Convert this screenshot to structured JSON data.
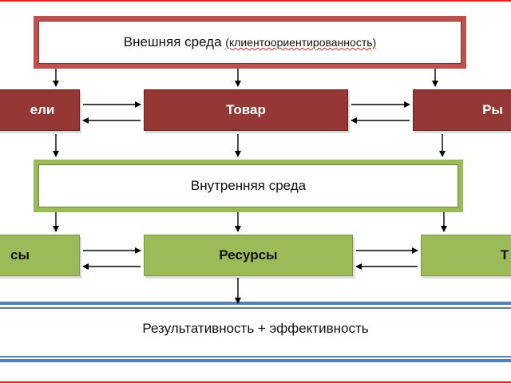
{
  "external": {
    "label": "Внешняя среда",
    "paren": "(клиентоориентированность)"
  },
  "row1": {
    "left": "ели",
    "center": "Товар",
    "right": "Ры"
  },
  "internal": {
    "label": "Внутренняя среда"
  },
  "row2": {
    "left": "сы",
    "center": "Ресурсы",
    "right": "Т"
  },
  "result": {
    "label": "Результативность + эффективность"
  },
  "colors": {
    "red_border": "#c0504d",
    "red_fill": "#953735",
    "green": "#9bbb59",
    "blue": "#4f81bd",
    "frame": "#e52421"
  }
}
